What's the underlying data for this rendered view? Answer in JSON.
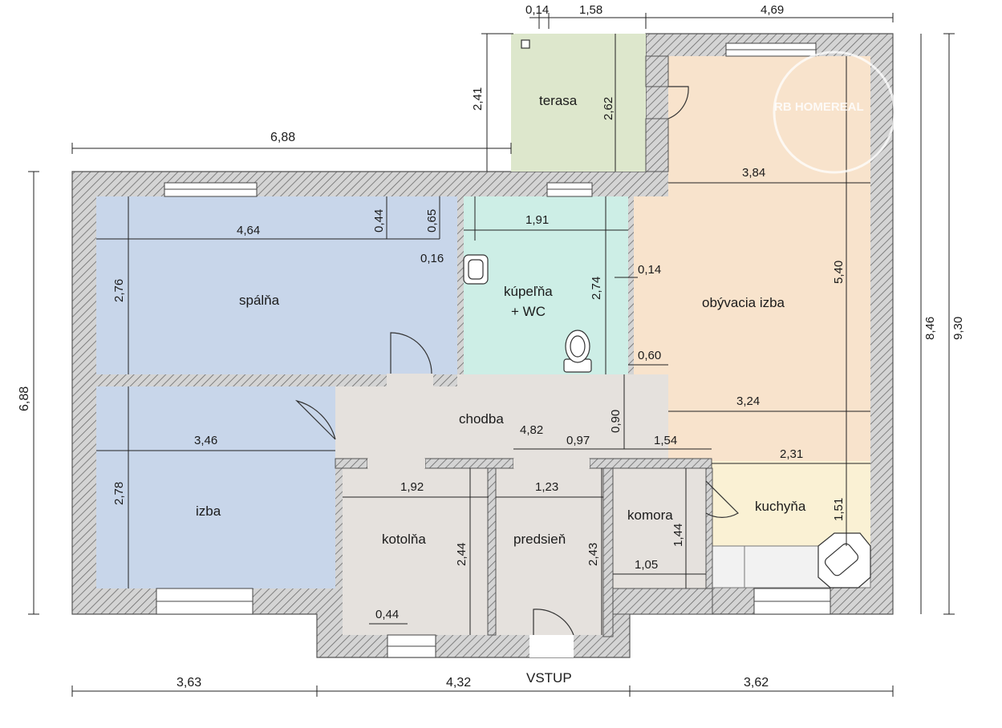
{
  "plan": {
    "rooms": {
      "terasa": "terasa",
      "spalna": "spálňa",
      "kupelna_1": "kúpeľňa",
      "kupelna_2": "+ WC",
      "obyvacia": "obývacia izba",
      "chodba": "chodba",
      "izba": "izba",
      "kotolna": "kotolňa",
      "predsien": "predsieň",
      "komora": "komora",
      "kuchyna": "kuchyňa",
      "vstup": "VSTUP"
    },
    "dims": {
      "top_014": "0,14",
      "top_158": "1,58",
      "top_469": "4,69",
      "d_241": "2,41",
      "d_688_top": "6,88",
      "d_262": "2,62",
      "d_384": "3,84",
      "d_044": "0,44",
      "d_065": "0,65",
      "d_464": "4,64",
      "d_191": "1,91",
      "d_016": "0,16",
      "d_276": "2,76",
      "d_274": "2,74",
      "d_014b": "0,14",
      "d_540": "5,40",
      "d_846": "8,46",
      "d_930": "9,30",
      "d_688_left": "6,88",
      "d_060": "0,60",
      "d_324": "3,24",
      "d_090": "0,90",
      "d_346": "3,46",
      "d_482": "4,82",
      "d_097": "0,97",
      "d_154": "1,54",
      "d_231": "2,31",
      "d_278": "2,78",
      "d_192": "1,92",
      "d_123": "1,23",
      "d_151": "1,51",
      "d_144": "1,44",
      "d_244": "2,44",
      "d_243": "2,43",
      "d_105": "1,05",
      "d_044b": "0,44",
      "bot_363": "3,63",
      "bot_432": "4,32",
      "bot_362": "3,62"
    },
    "watermark": "RB HOMEREAL",
    "colors": {
      "bedroom_blue": "#c8d6ea",
      "bath_teal": "#cdeee6",
      "living_peach": "#f8e3cc",
      "kitchen_cream": "#faf1d4",
      "terrace_green": "#dde7cc",
      "hall_gray": "#e5e1dd",
      "wall_gray": "#a0a0a0"
    }
  }
}
